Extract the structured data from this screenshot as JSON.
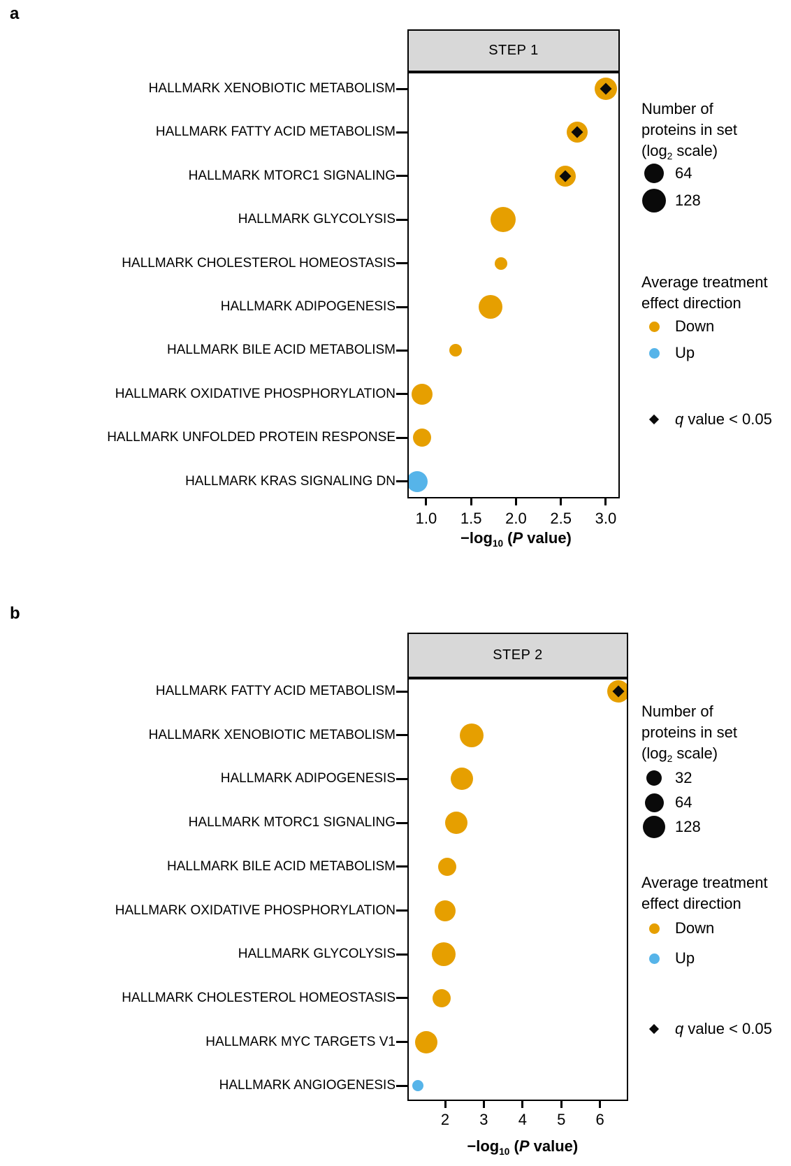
{
  "colors": {
    "down": "#E69F00",
    "up": "#56B4E9",
    "header_fill": "#D8D8D8",
    "border": "#000000",
    "marker_black": "#0A0A0A"
  },
  "chart_data": {
    "type": "bubble",
    "description": "Gene set enrichment bubble plots; bubble x = -log10(P value), bubble size = number of proteins in set (log2 scale), color = average treatment effect direction, black diamond = q value < 0.05",
    "panels": [
      {
        "panel_letter": "a",
        "title": "STEP 1",
        "x_axis": {
          "label_parts": [
            {
              "t": "−log"
            },
            {
              "t": "10",
              "sub": true
            },
            {
              "t": " ("
            },
            {
              "t": "P",
              "italic": true
            },
            {
              "t": " value)"
            }
          ],
          "domain": [
            0.79,
            3.156
          ],
          "ticks": [
            {
              "v": 1.0,
              "label": "1.0"
            },
            {
              "v": 1.5,
              "label": "1.5"
            },
            {
              "v": 2.0,
              "label": "2.0"
            },
            {
              "v": 2.5,
              "label": "2.5"
            },
            {
              "v": 3.0,
              "label": "3.0"
            }
          ]
        },
        "points": [
          {
            "category": "HALLMARK XENOBIOTIC METABOLISM",
            "neg_log10_p": 3.0,
            "radius_px": 16,
            "direction": "down",
            "q_lt_0_05": true
          },
          {
            "category": "HALLMARK FATTY ACID METABOLISM",
            "neg_log10_p": 2.68,
            "radius_px": 15,
            "direction": "down",
            "q_lt_0_05": true
          },
          {
            "category": "HALLMARK MTORC1 SIGNALING",
            "neg_log10_p": 2.55,
            "radius_px": 15,
            "direction": "down",
            "q_lt_0_05": true
          },
          {
            "category": "HALLMARK GLYCOLYSIS",
            "neg_log10_p": 1.86,
            "radius_px": 18,
            "direction": "down",
            "q_lt_0_05": false
          },
          {
            "category": "HALLMARK CHOLESTEROL HOMEOSTASIS",
            "neg_log10_p": 1.83,
            "radius_px": 9,
            "direction": "down",
            "q_lt_0_05": false
          },
          {
            "category": "HALLMARK ADIPOGENESIS",
            "neg_log10_p": 1.72,
            "radius_px": 17,
            "direction": "down",
            "q_lt_0_05": false
          },
          {
            "category": "HALLMARK BILE ACID METABOLISM",
            "neg_log10_p": 1.33,
            "radius_px": 9,
            "direction": "down",
            "q_lt_0_05": false
          },
          {
            "category": "HALLMARK OXIDATIVE PHOSPHORYLATION",
            "neg_log10_p": 0.95,
            "radius_px": 15,
            "direction": "down",
            "q_lt_0_05": false
          },
          {
            "category": "HALLMARK UNFOLDED PROTEIN RESPONSE",
            "neg_log10_p": 0.95,
            "radius_px": 13,
            "direction": "down",
            "q_lt_0_05": false
          },
          {
            "category": "HALLMARK KRAS SIGNALING DN",
            "neg_log10_p": 0.9,
            "radius_px": 15,
            "direction": "up",
            "q_lt_0_05": false
          }
        ],
        "legend": {
          "size_title_lines": [
            [
              {
                "t": "Number of"
              }
            ],
            [
              {
                "t": "proteins in set"
              }
            ],
            [
              {
                "t": "(log"
              },
              {
                "t": "2",
                "sub": true
              },
              {
                "t": " scale)"
              }
            ]
          ],
          "sizes": [
            {
              "label": "64",
              "radius_px": 14
            },
            {
              "label": "128",
              "radius_px": 17
            }
          ],
          "direction_title_lines": [
            [
              {
                "t": "Average treatment"
              }
            ],
            [
              {
                "t": "effect direction"
              }
            ]
          ],
          "directions": [
            {
              "label": "Down",
              "key": "down"
            },
            {
              "label": "Up",
              "key": "up"
            }
          ],
          "q_label_parts": [
            {
              "t": "q",
              "italic": true
            },
            {
              "t": " value < 0.05"
            }
          ]
        }
      },
      {
        "panel_letter": "b",
        "title": "STEP 2",
        "x_axis": {
          "label_parts": [
            {
              "t": "−log"
            },
            {
              "t": "10",
              "sub": true
            },
            {
              "t": " ("
            },
            {
              "t": "P",
              "italic": true
            },
            {
              "t": " value)"
            }
          ],
          "domain": [
            1.025,
            6.729
          ],
          "ticks": [
            {
              "v": 2,
              "label": "2"
            },
            {
              "v": 3,
              "label": "3"
            },
            {
              "v": 4,
              "label": "4"
            },
            {
              "v": 5,
              "label": "5"
            },
            {
              "v": 6,
              "label": "6"
            }
          ]
        },
        "points": [
          {
            "category": "HALLMARK FATTY ACID METABOLISM",
            "neg_log10_p": 6.47,
            "radius_px": 16,
            "direction": "down",
            "q_lt_0_05": true
          },
          {
            "category": "HALLMARK XENOBIOTIC METABOLISM",
            "neg_log10_p": 2.69,
            "radius_px": 17,
            "direction": "down",
            "q_lt_0_05": false
          },
          {
            "category": "HALLMARK ADIPOGENESIS",
            "neg_log10_p": 2.44,
            "radius_px": 16,
            "direction": "down",
            "q_lt_0_05": false
          },
          {
            "category": "HALLMARK MTORC1 SIGNALING",
            "neg_log10_p": 2.29,
            "radius_px": 16,
            "direction": "down",
            "q_lt_0_05": false
          },
          {
            "category": "HALLMARK BILE ACID METABOLISM",
            "neg_log10_p": 2.06,
            "radius_px": 13,
            "direction": "down",
            "q_lt_0_05": false
          },
          {
            "category": "HALLMARK OXIDATIVE PHOSPHORYLATION",
            "neg_log10_p": 2.0,
            "radius_px": 15,
            "direction": "down",
            "q_lt_0_05": false
          },
          {
            "category": "HALLMARK GLYCOLYSIS",
            "neg_log10_p": 1.97,
            "radius_px": 17,
            "direction": "down",
            "q_lt_0_05": false
          },
          {
            "category": "HALLMARK CHOLESTEROL HOMEOSTASIS",
            "neg_log10_p": 1.91,
            "radius_px": 13,
            "direction": "down",
            "q_lt_0_05": false
          },
          {
            "category": "HALLMARK MYC TARGETS V1",
            "neg_log10_p": 1.51,
            "radius_px": 16,
            "direction": "down",
            "q_lt_0_05": false
          },
          {
            "category": "HALLMARK ANGIOGENESIS",
            "neg_log10_p": 1.29,
            "radius_px": 8,
            "direction": "up",
            "q_lt_0_05": false
          }
        ],
        "legend": {
          "size_title_lines": [
            [
              {
                "t": "Number of"
              }
            ],
            [
              {
                "t": "proteins in set"
              }
            ],
            [
              {
                "t": "(log"
              },
              {
                "t": "2",
                "sub": true
              },
              {
                "t": " scale)"
              }
            ]
          ],
          "sizes": [
            {
              "label": "32",
              "radius_px": 11
            },
            {
              "label": "64",
              "radius_px": 13.5
            },
            {
              "label": "128",
              "radius_px": 16
            }
          ],
          "direction_title_lines": [
            [
              {
                "t": "Average treatment"
              }
            ],
            [
              {
                "t": "effect direction"
              }
            ]
          ],
          "directions": [
            {
              "label": "Down",
              "key": "down"
            },
            {
              "label": "Up",
              "key": "up"
            }
          ],
          "q_label_parts": [
            {
              "t": "q",
              "italic": true
            },
            {
              "t": " value < 0.05"
            }
          ]
        }
      }
    ]
  }
}
